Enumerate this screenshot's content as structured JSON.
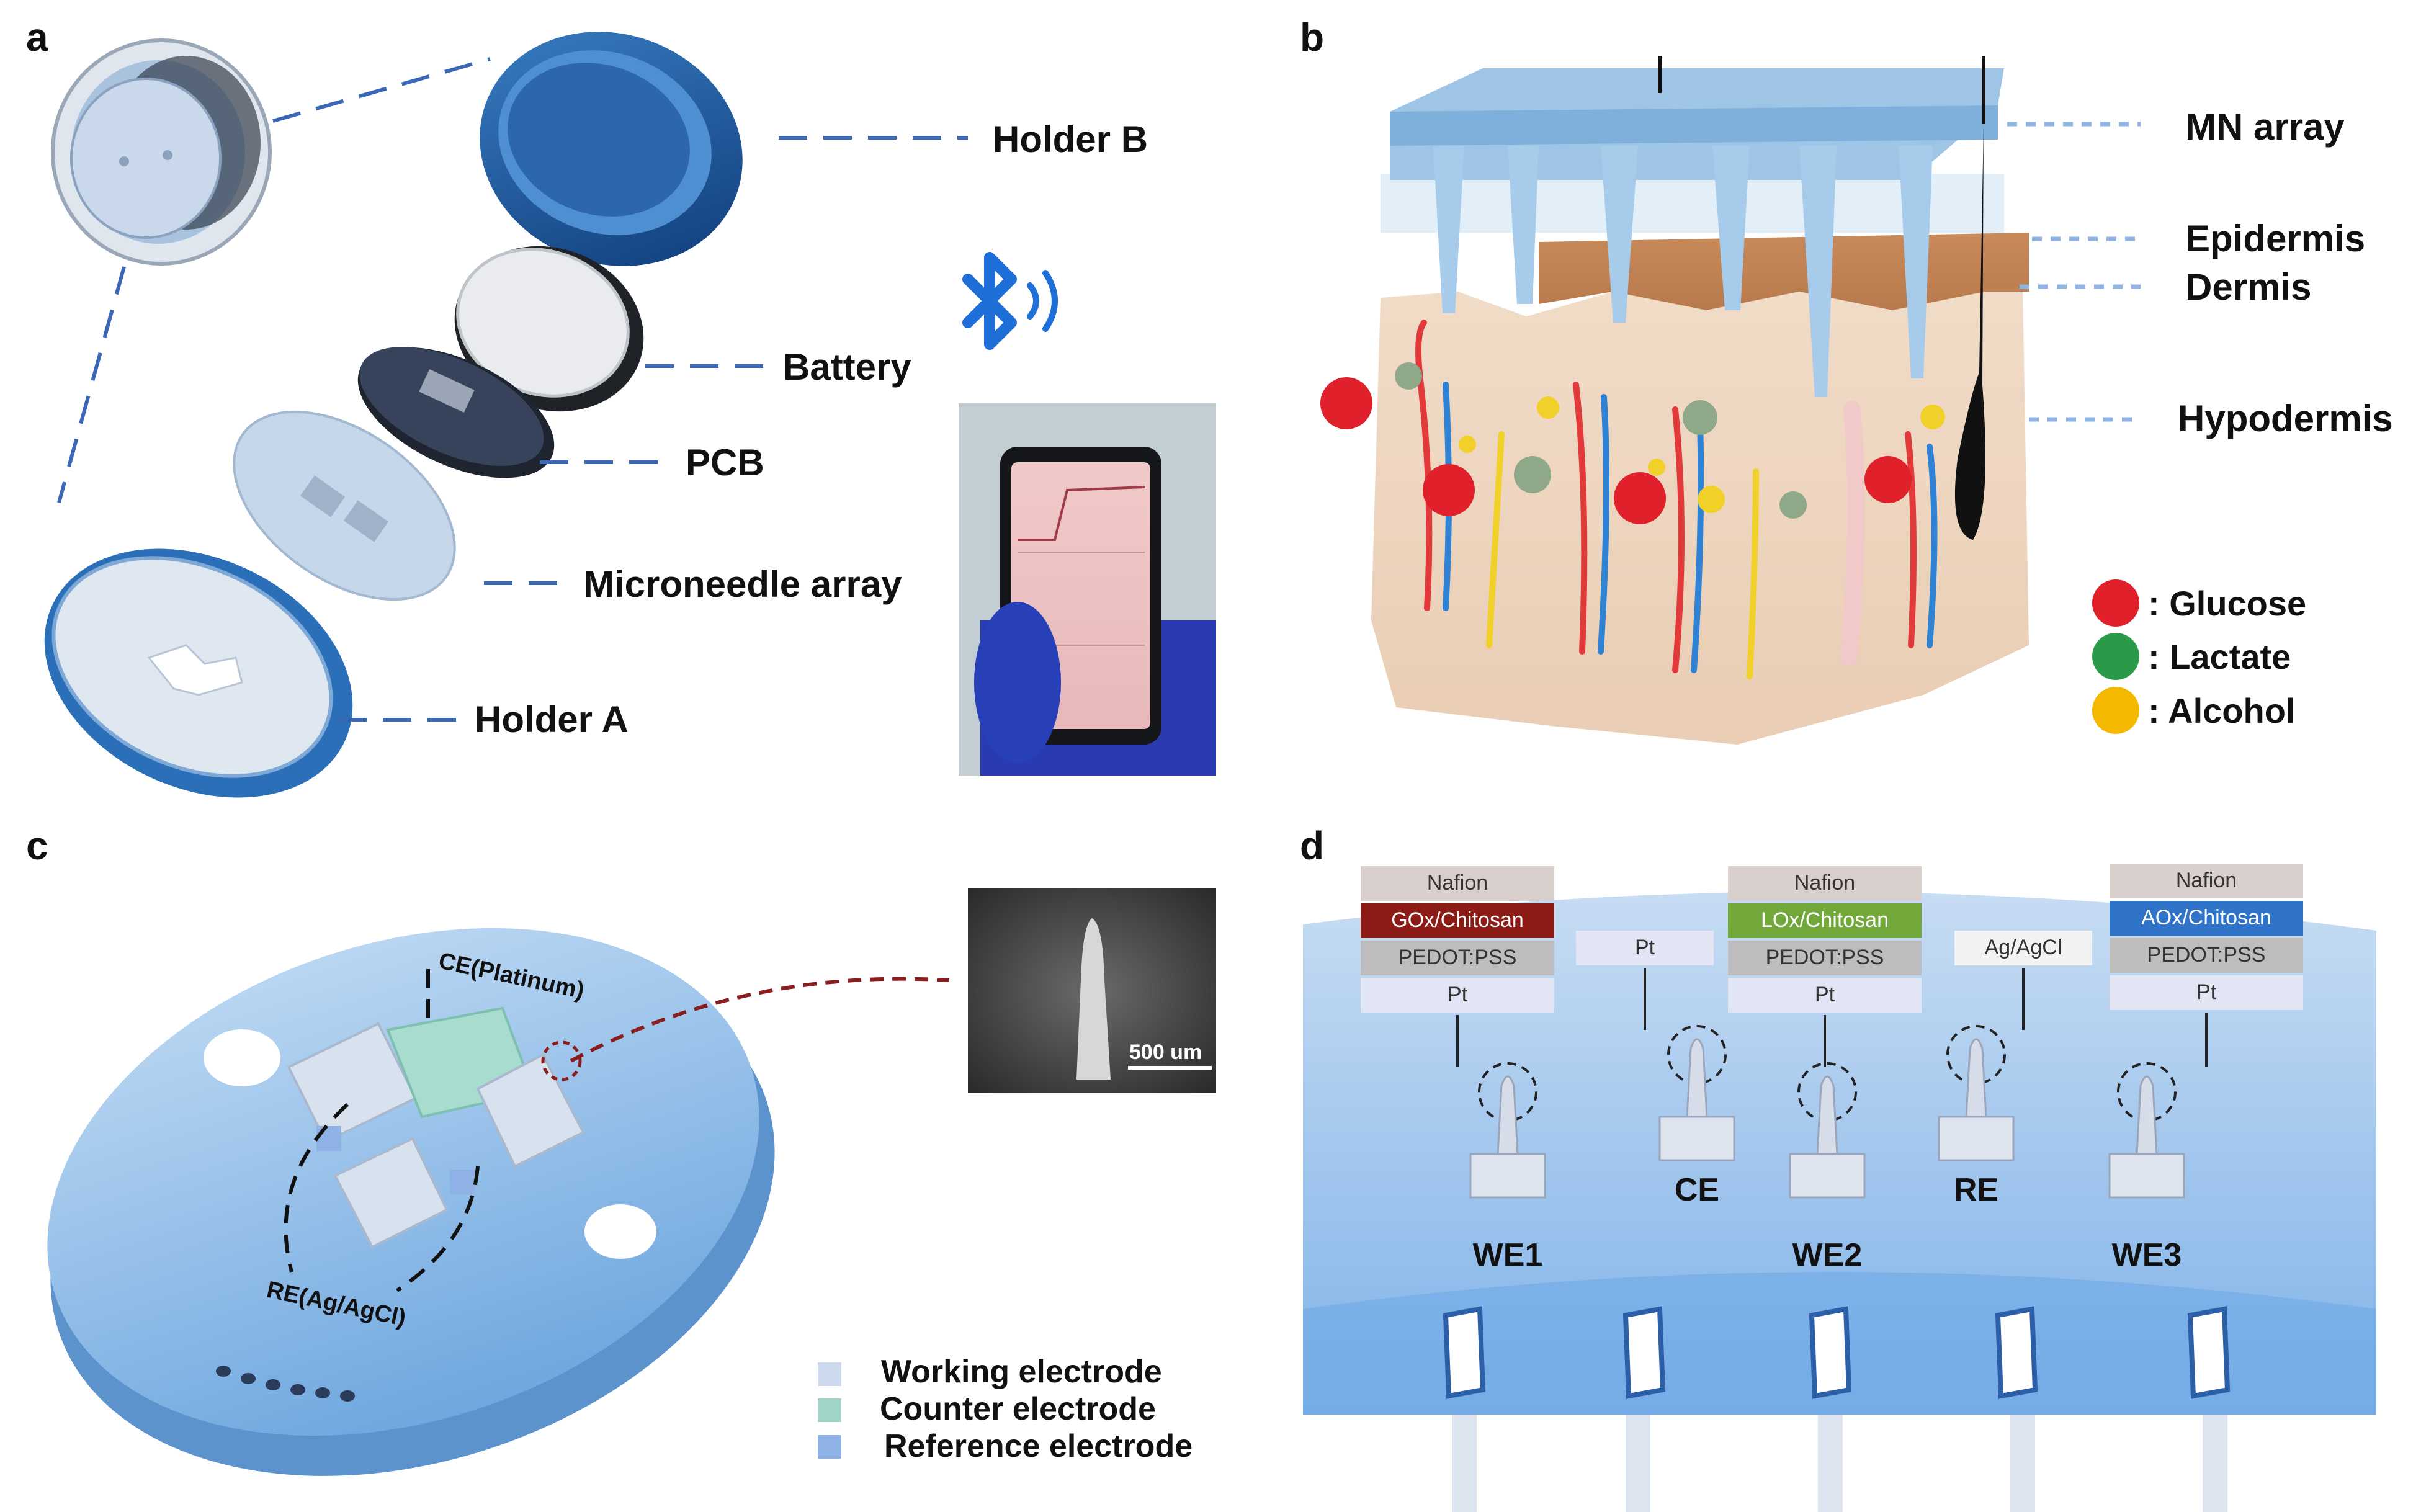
{
  "panel_a": {
    "letter": "a",
    "labels": {
      "holder_b": "Holder B",
      "battery": "Battery",
      "pcb": "PCB",
      "microneedle_array": "Microneedle array",
      "holder_a": "Holder A"
    }
  },
  "panel_b": {
    "letter": "b",
    "labels": {
      "mn_array": "MN array",
      "epidermis": "Epidermis",
      "dermis": "Dermis",
      "hypodermis": "Hypodermis"
    },
    "legend": [
      {
        "label": ": Glucose",
        "color": "#e0202a"
      },
      {
        "label": ": Lactate",
        "color": "#2a9a48"
      },
      {
        "label": ": Alcohol",
        "color": "#f4b800"
      }
    ]
  },
  "panel_c": {
    "letter": "c",
    "ce_label": "CE(Platinum)",
    "re_label": "RE(Ag/AgCl)",
    "scale_bar": "500 um",
    "legend": [
      {
        "label": "Working electrode",
        "color": "#ccd8ec"
      },
      {
        "label": "Counter electrode",
        "color": "#9fd4c6"
      },
      {
        "label": "Reference electrode",
        "color": "#8fb2e6"
      }
    ]
  },
  "panel_d": {
    "letter": "d",
    "electrodes": [
      {
        "name": "WE1",
        "layers": [
          {
            "text": "Nafion",
            "color": "#d9cfcd"
          },
          {
            "text": "GOx/Chitosan",
            "color": "#8b1b14",
            "light": true
          },
          {
            "text": "PEDOT:PSS",
            "color": "#bdbdbd"
          },
          {
            "text": "Pt",
            "color": "#e2e6f4"
          }
        ]
      },
      {
        "name": "CE",
        "layers": [
          {
            "text": "Pt",
            "color": "#e2e6f4"
          }
        ]
      },
      {
        "name": "WE2",
        "layers": [
          {
            "text": "Nafion",
            "color": "#d9cfcd"
          },
          {
            "text": "LOx/Chitosan",
            "color": "#72a83a",
            "light": true
          },
          {
            "text": "PEDOT:PSS",
            "color": "#bdbdbd"
          },
          {
            "text": "Pt",
            "color": "#e2e6f4"
          }
        ]
      },
      {
        "name": "RE",
        "layers": [
          {
            "text": "Ag/AgCl",
            "color": "#f2f2f2"
          }
        ]
      },
      {
        "name": "WE3",
        "layers": [
          {
            "text": "Nafion",
            "color": "#d9cfcd"
          },
          {
            "text": "AOx/Chitosan",
            "color": "#2f74c8",
            "light": true
          },
          {
            "text": "PEDOT:PSS",
            "color": "#bdbdbd"
          },
          {
            "text": "Pt",
            "color": "#e2e6f4"
          }
        ]
      }
    ]
  }
}
